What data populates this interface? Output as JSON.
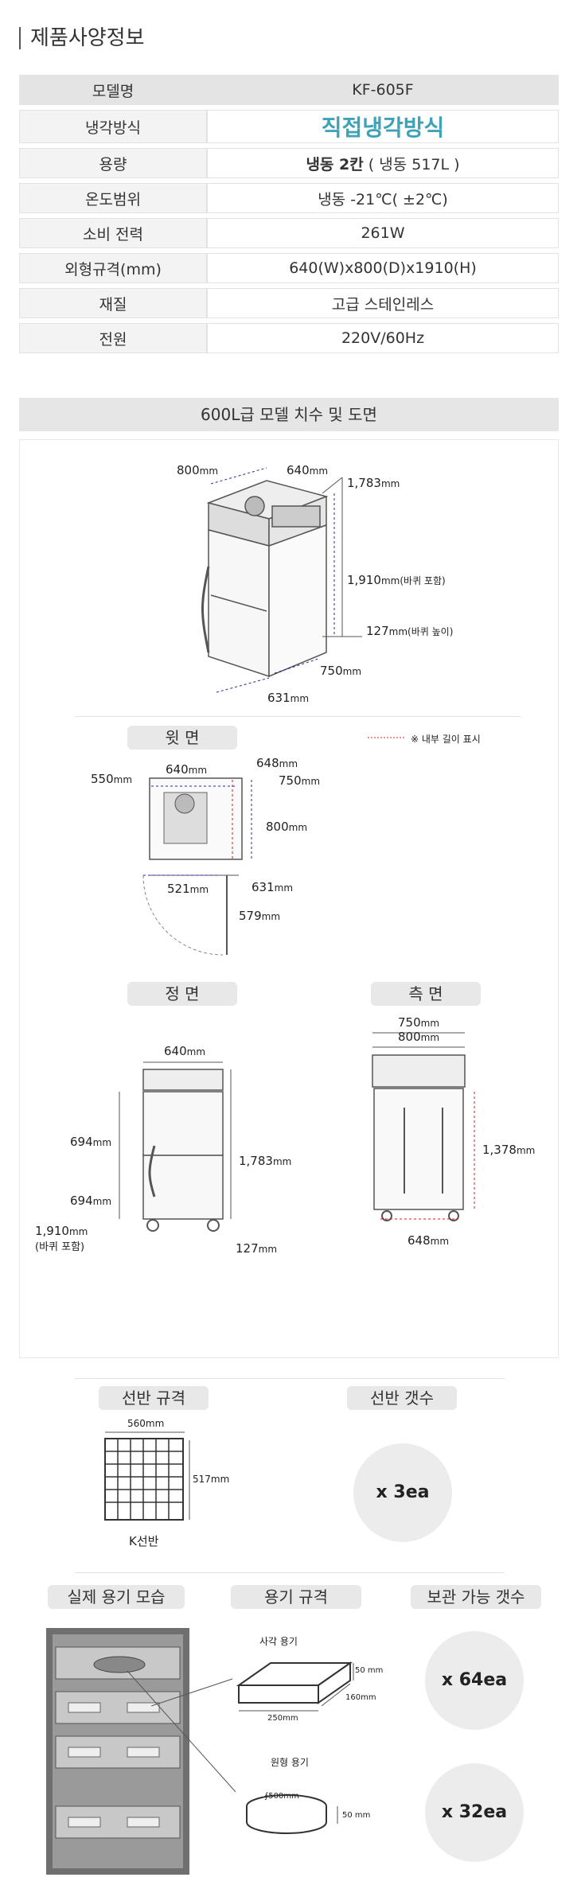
{
  "title": "제품사양정보",
  "spec": [
    {
      "key": "모델명",
      "value": "KF-605F"
    },
    {
      "key": "냉각방식",
      "value": "직접냉각방식"
    },
    {
      "key": "용량",
      "value_bold": "냉동 2칸",
      "value_rest": " ( 냉동 517L )"
    },
    {
      "key": "온도범위",
      "value": "냉동 -21℃( ±2℃)"
    },
    {
      "key": "소비 전력",
      "value": "261W"
    },
    {
      "key": "외형규격(mm)",
      "value": "640(W)x800(D)x1910(H)"
    },
    {
      "key": "재질",
      "value": "고급 스테인레스"
    },
    {
      "key": "전원",
      "value": "220V/60Hz"
    }
  ],
  "drawing_title": "600L급 모델 치수 및 도면",
  "iso": {
    "d1": "800",
    "d2": "640",
    "d3": "1,783",
    "d4": "1,910",
    "d4_note": "(바퀴 포함)",
    "d5": "127",
    "d5_note": "(바퀴 높이)",
    "d6": "750",
    "d7": "631",
    "unit": "mm"
  },
  "top_view": {
    "label": "윗 면",
    "legend": "※ 내부 길이 표시",
    "d1": "550",
    "d2": "640",
    "d3": "648",
    "d4": "750",
    "d5": "800",
    "d6": "521",
    "d7": "631",
    "d8": "579",
    "unit": "mm"
  },
  "front_view": {
    "label": "정 면",
    "d1": "640",
    "d2": "694",
    "d3": "1,783",
    "d4": "694",
    "d5": "1,910",
    "d5_note": "(바퀴 포함)",
    "d6": "127",
    "unit": "mm"
  },
  "side_view": {
    "label": "측 면",
    "d1": "750",
    "d2": "800",
    "d3": "1,378",
    "d4": "648",
    "unit": "mm"
  },
  "shelf": {
    "spec_label": "선반 규격",
    "count_label": "선반 갯수",
    "w": "560",
    "h": "517",
    "unit": "mm",
    "name": "K선반",
    "count": "x 3ea"
  },
  "container": {
    "photo_label": "실제 용기 모습",
    "spec_label": "용기 규격",
    "count_label": "보관 가능 갯수",
    "rect_name": "사각 용기",
    "rect_h": "50 mm",
    "rect_d": "160mm",
    "rect_w": "250mm",
    "rect_count": "x 64ea",
    "round_name": "원형 용기",
    "round_d": "∮500mm",
    "round_h": "50 mm",
    "round_count": "x 32ea"
  }
}
